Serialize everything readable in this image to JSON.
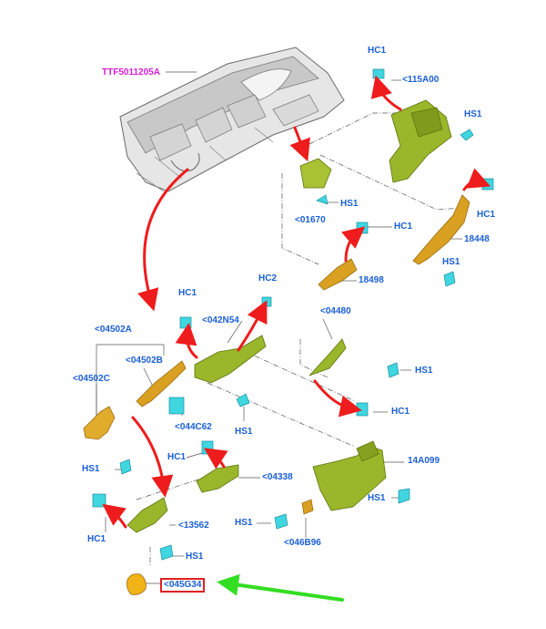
{
  "title_part": "TTF5011205A",
  "colors": {
    "label": "#1a5fd6",
    "title": "#d61bd6",
    "arrow_red": "#ee1c1c",
    "arrow_green": "#33dd22",
    "part_green": "#9ab62a",
    "part_gold": "#d9a021",
    "fastener": "#3fd6e0",
    "highlight_box": "#e02020"
  },
  "labels": {
    "hc1_top": "HC1",
    "p115a00": "<115A00",
    "hs1_top": "HS1",
    "hs1_01670": "HS1",
    "p01670": "<01670",
    "hc1_18448": "HC1",
    "p18448": "18448",
    "hs1_18448": "HS1",
    "hc1_18498": "HC1",
    "p18498": "18498",
    "hc2": "HC2",
    "hc1_042n54": "HC1",
    "p042n54": "<042N54",
    "p04480": "<04480",
    "p04502a": "<04502A",
    "p04502b": "<04502B",
    "p04502c": "<04502C",
    "p044c62": "<044C62",
    "hs1_mid": "HS1",
    "hs1_04480": "HS1",
    "hc1_04480": "HC1",
    "hs1_left": "HS1",
    "hc1_04338": "HC1",
    "p04338": "<04338",
    "p14a099": "14A099",
    "hs1_14a099": "HS1",
    "hc1_bottom": "HC1",
    "p13562": "<13562",
    "hs1_046b96": "HS1",
    "p046b96": "<046B96",
    "hs1_13562": "HS1",
    "p045g34": "<045G34"
  }
}
